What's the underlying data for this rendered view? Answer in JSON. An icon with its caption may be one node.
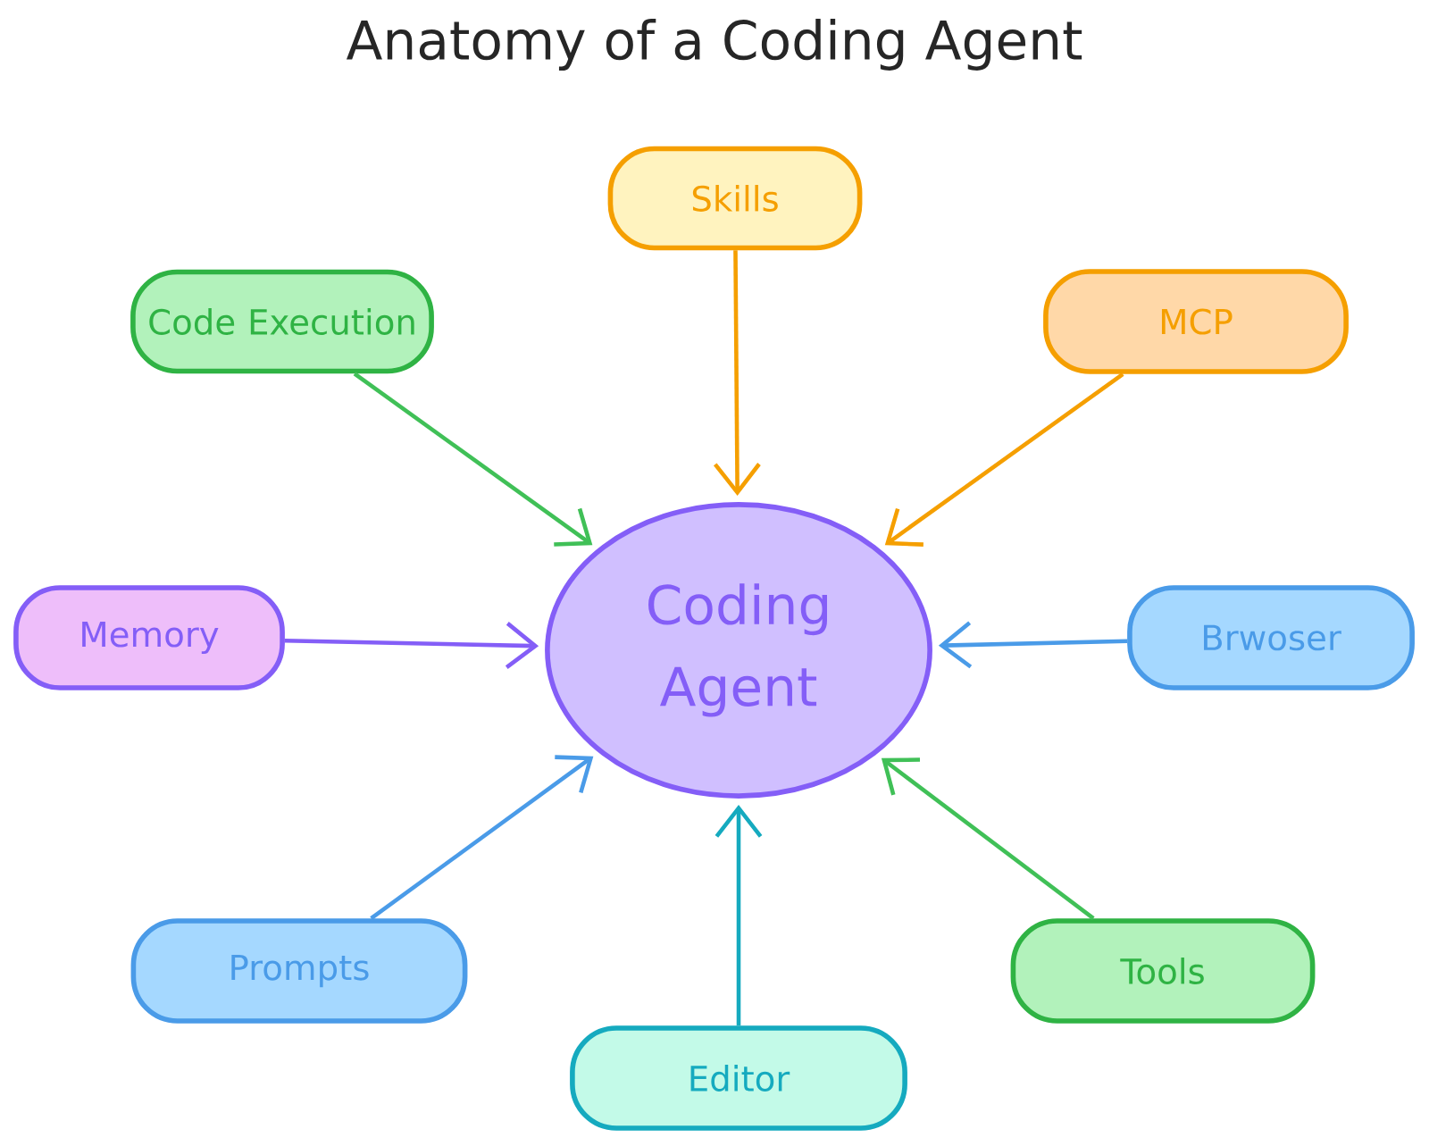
{
  "diagram": {
    "title": "Anatomy of a Coding Agent",
    "nodes": [
      {
        "text": [
          "Skills"
        ]
      },
      {
        "text": [
          "Code Execution"
        ]
      },
      {
        "text": [
          "MCP"
        ]
      },
      {
        "text": [
          "Coding Agent"
        ]
      },
      {
        "text": [
          "Memory"
        ]
      },
      {
        "text": [
          "Brwoser"
        ]
      },
      {
        "text": [
          "Prompts"
        ]
      },
      {
        "text": [
          "Tools"
        ]
      },
      {
        "text": [
          "Editor"
        ]
      }
    ],
    "edges": [
      {
        "from": 0,
        "to": 3,
        "arrow": "to",
        "color": "#f59f00"
      },
      {
        "from": 1,
        "to": 3,
        "arrow": "to",
        "color": "#40c057"
      },
      {
        "from": 2,
        "to": 3,
        "arrow": "to",
        "color": "#f59f00"
      },
      {
        "from": 4,
        "to": 3,
        "arrow": "to",
        "color": "#845ef7"
      },
      {
        "from": 5,
        "to": 3,
        "arrow": "to",
        "color": "#4a9be8"
      },
      {
        "from": 6,
        "to": 3,
        "arrow": "to",
        "color": "#4a9be8"
      },
      {
        "from": 7,
        "to": 3,
        "arrow": "to",
        "color": "#40c057"
      },
      {
        "from": 8,
        "to": 3,
        "arrow": "to",
        "color": "#15aabf"
      }
    ]
  }
}
